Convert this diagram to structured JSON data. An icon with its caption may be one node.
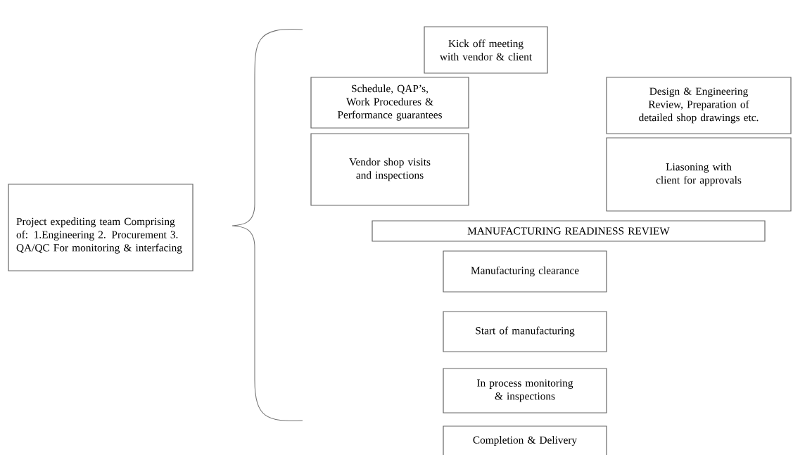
{
  "diagram": {
    "nodes": [
      {
        "text": [
          "Project expediting team Comprising of: 1.Engineering 2. Procurement 3. QA/QC For monitoring & interfacing"
        ]
      },
      {
        "text": [
          "Kick off meeting with vendor & client"
        ]
      },
      {
        "text": [
          "Schedule, QAP’s, Work Procedures & Performance guarantees"
        ]
      },
      {
        "text": [
          "Design & Engineering Review, Preparation of detailed shop drawings etc."
        ]
      },
      {
        "text": [
          "Vendor shop visits and inspections"
        ]
      },
      {
        "text": [
          "Liasoning with client for approvals"
        ]
      },
      {
        "text": [
          "MANUFACTURING READINESS REVIEW"
        ]
      },
      {
        "text": [
          "Manufacturing clearance"
        ]
      },
      {
        "text": [
          "Start of manufacturing"
        ]
      },
      {
        "text": [
          "In process monitoring & inspections"
        ]
      },
      {
        "text": [
          "Completion & Delivery"
        ]
      }
    ]
  }
}
